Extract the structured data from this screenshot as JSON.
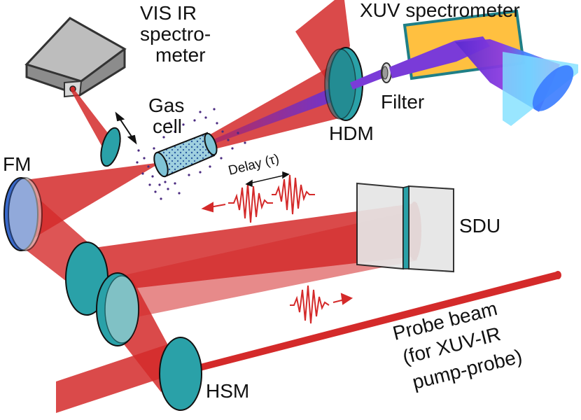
{
  "labels": {
    "vis_ir_line1": "VIS IR",
    "vis_ir_line2": "spectro-",
    "vis_ir_line3": "meter",
    "xuv_spectrometer": "XUV spectrometer",
    "gas_line1": "Gas",
    "gas_line2": "cell",
    "filter": "Filter",
    "hdm": "HDM",
    "fm": "FM",
    "delay": "Delay (τ)",
    "sdu": "SDU",
    "probe_line1": "Probe beam",
    "probe_line2": "(for XUV-IR",
    "probe_line3": "pump-probe)",
    "hsm": "HSM"
  },
  "colors": {
    "beam_red": "#d42a2a",
    "mirror_teal": "#2aa1a8",
    "xuv_purple": "#7a3bd8",
    "housing_gray": "#a8a8a8"
  }
}
